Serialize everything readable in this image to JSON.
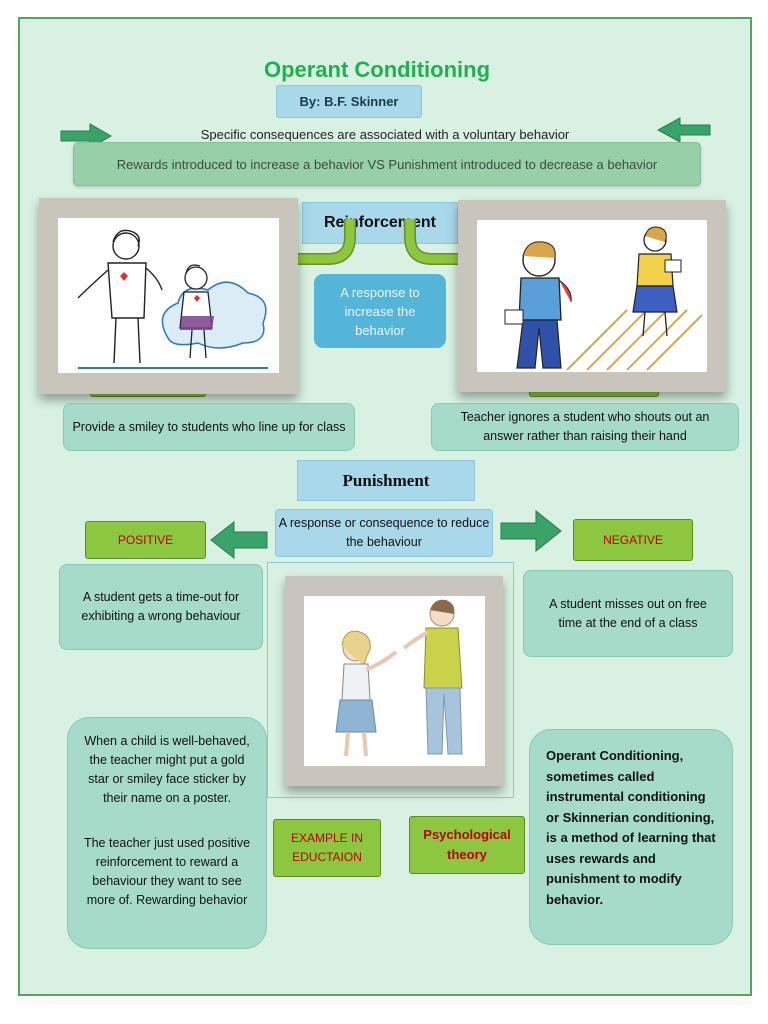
{
  "header": {
    "title": "Operant Conditioning",
    "byline": "By: B.F. Skinner",
    "specific": "Specific consequences are associated with a voluntary behavior",
    "rewards": "Rewards introduced to increase a behavior VS Punishment introduced to decrease a behavior"
  },
  "reinforcement": {
    "label": "Reinforcement",
    "definition": "A response to increase the behavior",
    "positive_example": "Provide a smiley to students who line up for class",
    "negative_example": "Teacher ignores a student who shouts out an answer rather than raising their hand"
  },
  "punishment": {
    "label": "Punishment",
    "definition": "A response or consequence to reduce the behaviour",
    "positive_label": "POSITIVE",
    "negative_label": "NEGATIVE",
    "positive_example": "A student gets a time-out for exhibiting a wrong behaviour",
    "negative_example": "A student misses out on free time at the end of a class"
  },
  "education": {
    "paragraph1": "When a child is well-behaved, the teacher might put a gold star or smiley face sticker by their name on a poster.",
    "paragraph2": "The teacher just used positive reinforcement to reward a behaviour they want to see more of. Rewarding behavior"
  },
  "buttons": {
    "example_label": "EXAMPLE IN EDUCTAION",
    "theory_label": "Psychological theory"
  },
  "theory": {
    "text": "Operant Conditioning, sometimes called instrumental conditioning or Skinnerian conditioning, is a method of learning that uses rewards and punishment to modify behavior."
  },
  "colors": {
    "background": "#d9f1e2",
    "title": "#1fb14e",
    "green_button": "#8dc63f",
    "button_text": "#c00000",
    "arrow": "#3aa36a",
    "blue_box": "#a9d8ea"
  },
  "icons": [
    "right-arrow-icon",
    "left-arrow-icon"
  ]
}
